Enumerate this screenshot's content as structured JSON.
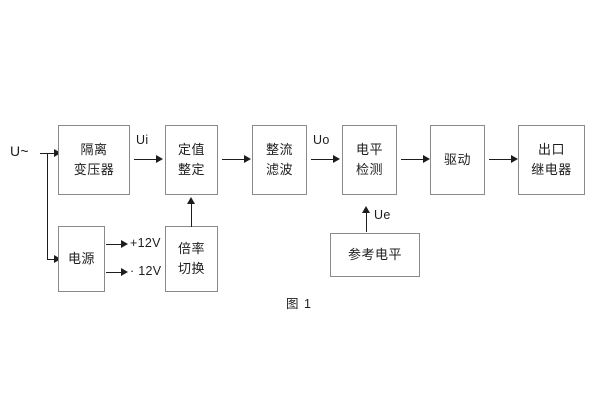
{
  "figure": {
    "caption": "图 1",
    "input_label": "U~",
    "colors": {
      "background": "#ffffff",
      "block_border": "#8a8a8a",
      "wire": "#1d1d1d",
      "text": "#1d1d1d"
    }
  },
  "blocks": {
    "isolation_transformer": {
      "line1": "隔离",
      "line2": "变压器"
    },
    "setting_adjust": {
      "line1": "定值",
      "line2": "整定"
    },
    "rectify_filter": {
      "line1": "整流",
      "line2": "滤波"
    },
    "level_detect": {
      "line1": "电平",
      "line2": "检测"
    },
    "drive": {
      "line1": "驱动"
    },
    "output_relay": {
      "line1": "出口",
      "line2": "继电器"
    },
    "power_supply": {
      "line1": "电源"
    },
    "multiplier_switch": {
      "line1": "倍率",
      "line2": "切换"
    },
    "reference_level": {
      "line1": "参考电平"
    }
  },
  "signals": {
    "ui": "Ui",
    "uo": "Uo",
    "ue": "Ue",
    "pos12v": "+12V",
    "neg12v": "· 12V"
  }
}
